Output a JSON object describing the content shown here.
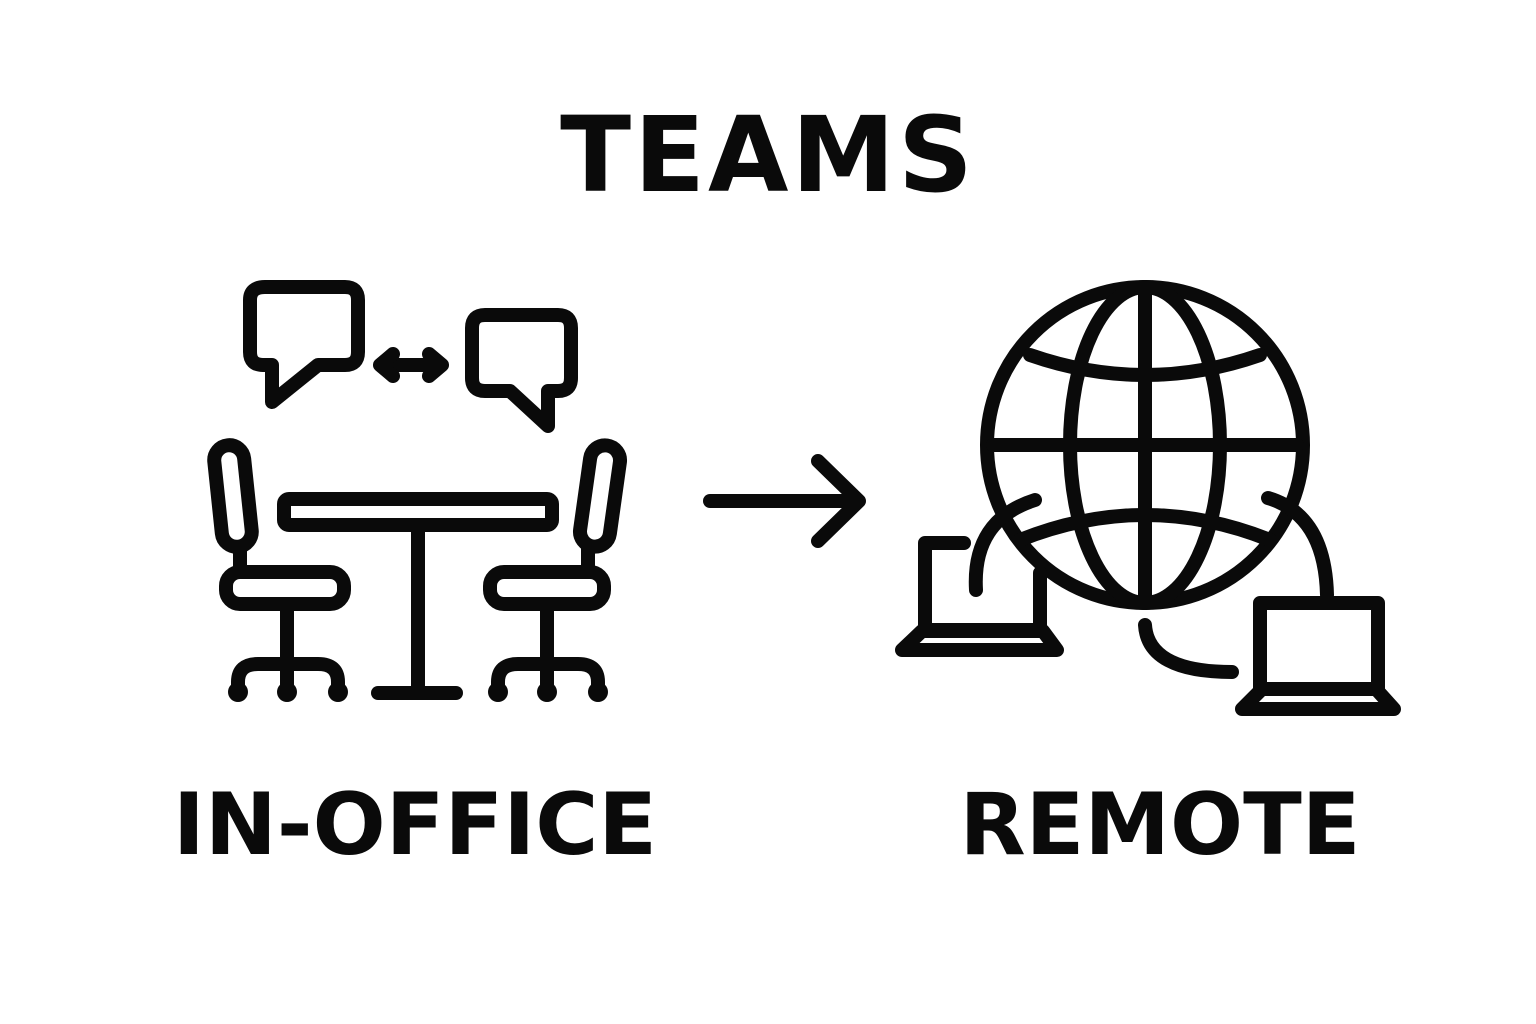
{
  "diagram": {
    "title": "TEAMS",
    "left_label": "IN-OFFICE",
    "right_label": "REMOTE",
    "icons": {
      "left": [
        "speech-bubble-icon",
        "double-arrow-icon",
        "speech-bubble-icon",
        "desk-icon",
        "office-chair-icon",
        "office-chair-icon"
      ],
      "center": "arrow-right-icon",
      "right": [
        "globe-icon",
        "laptop-icon",
        "laptop-icon"
      ]
    },
    "colors": {
      "ink": "#0a0a0a",
      "background": "#ffffff"
    }
  }
}
